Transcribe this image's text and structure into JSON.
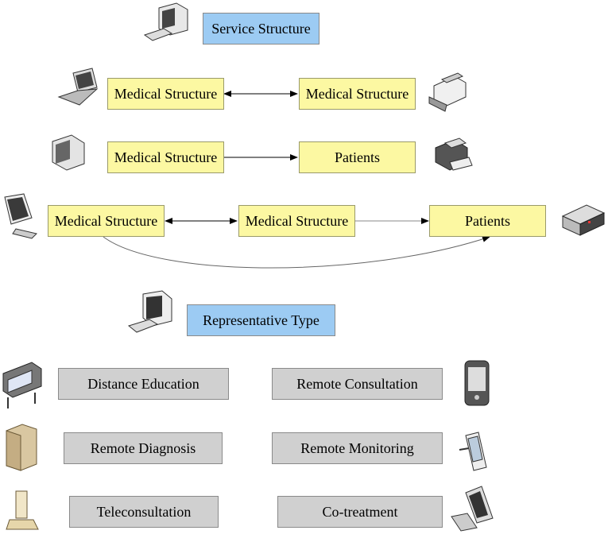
{
  "headers": {
    "service_structure": "Service Structure",
    "representative_type": "Representative Type"
  },
  "row1": {
    "left": "Medical Structure",
    "right": "Medical Structure"
  },
  "row2": {
    "left": "Medical Structure",
    "right": "Patients"
  },
  "row3": {
    "left": "Medical Structure",
    "middle": "Medical Structure",
    "right": "Patients"
  },
  "types": {
    "distance_education": "Distance Education",
    "remote_consultation": "Remote Consultation",
    "remote_diagnosis": "Remote Diagnosis",
    "remote_monitoring": "Remote Monitoring",
    "teleconsultation": "Teleconsultation",
    "co_treatment": "Co-treatment"
  },
  "colors": {
    "header_fill": "#9ccbf3",
    "node_fill": "#fcf8a2",
    "type_fill": "#d0d0d0"
  },
  "icons": [
    "desktop-computer-icon",
    "laptop-icon",
    "printer-icon",
    "crt-monitor-icon",
    "laser-printer-icon",
    "lcd-monitor-icon",
    "server-rack-icon",
    "plotter-icon",
    "smartphone-icon",
    "tower-server-icon",
    "handheld-device-icon",
    "antenna-tower-icon",
    "tablet-terminal-icon"
  ]
}
